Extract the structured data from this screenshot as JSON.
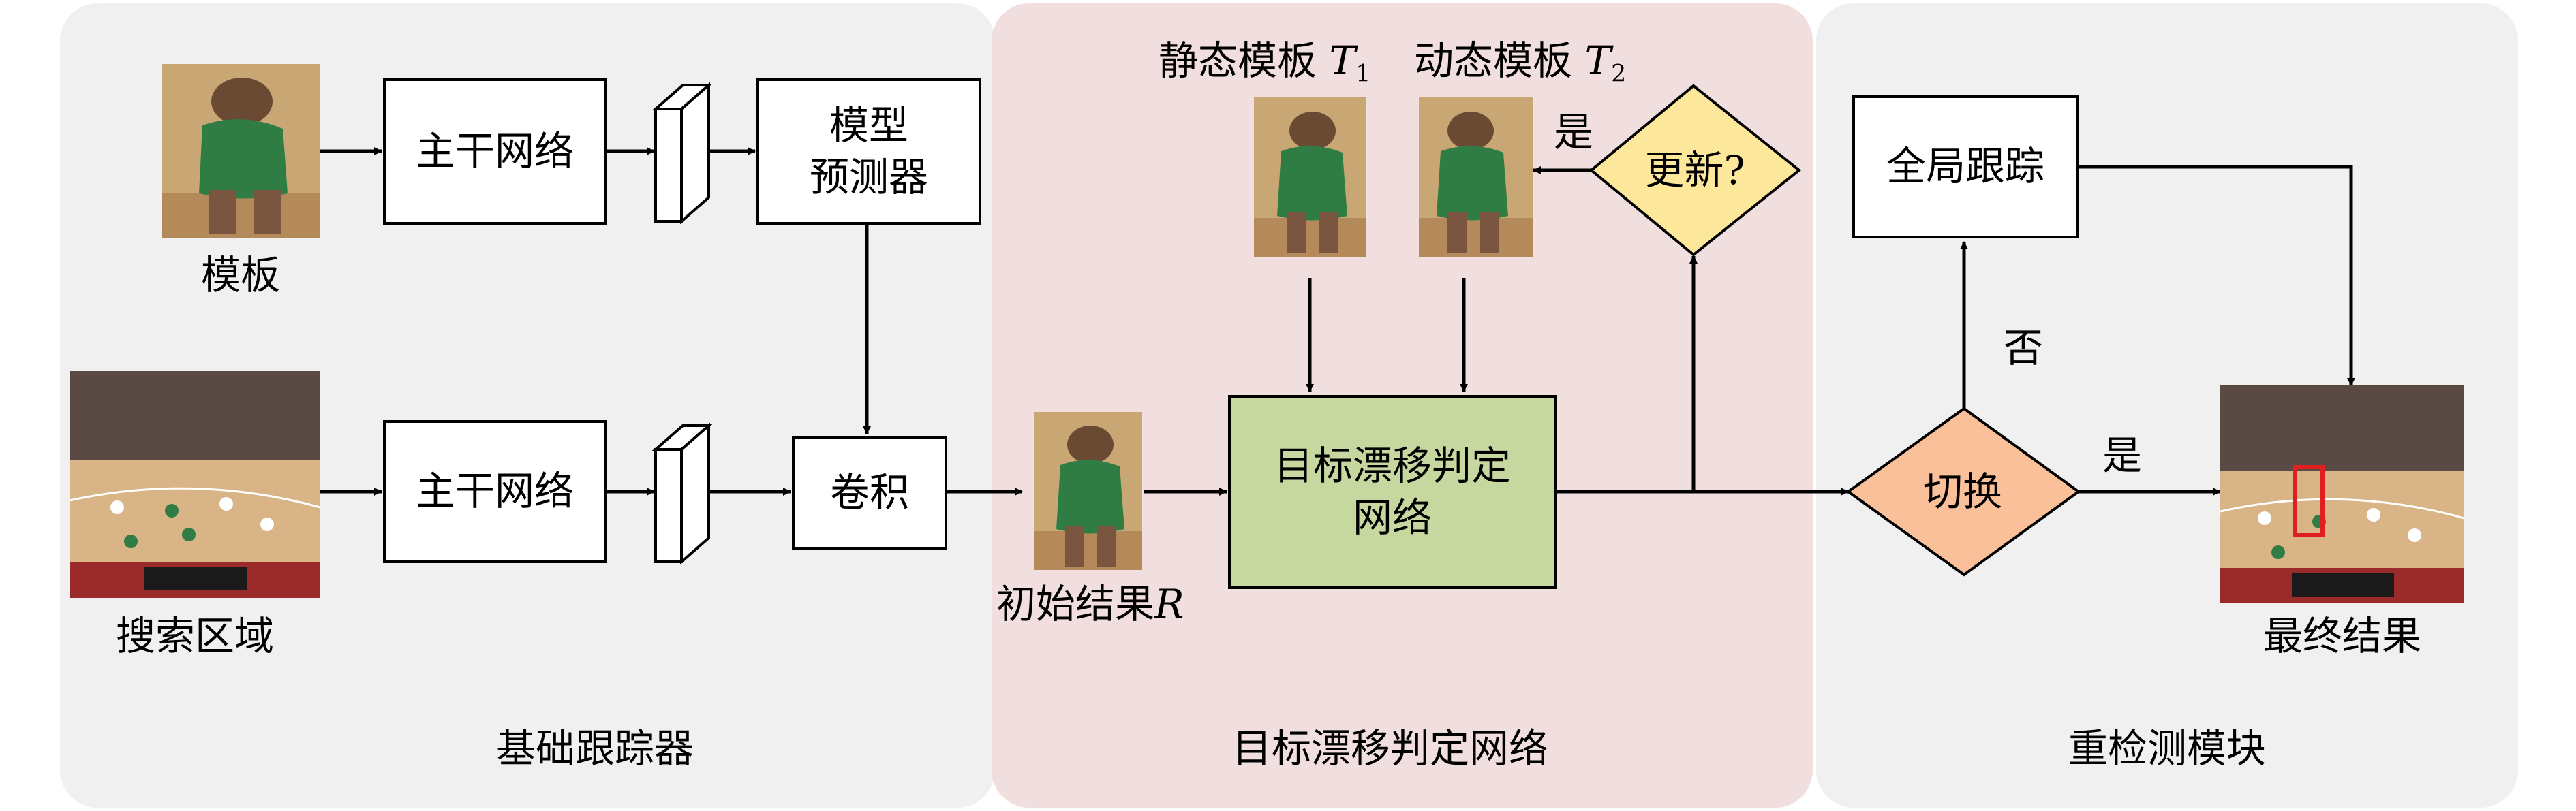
{
  "colors": {
    "panel_left": "#f0f0f0",
    "panel_mid": "#f1dede",
    "panel_right": "#f0f0f0",
    "box_green": "#c6d8a0",
    "diamond_yellow": "#fde79a",
    "diamond_orange": "#f9c09a",
    "bbox_red": "#e02020"
  },
  "sections": {
    "left": "基础跟踪器",
    "middle": "目标漂移判定网络",
    "right": "重检测模块"
  },
  "nodes": {
    "template_label": "模板",
    "search_label": "搜索区域",
    "backbone_top": "主干网络",
    "backbone_bottom": "主干网络",
    "model_predictor_line1": "模型",
    "model_predictor_line2": "预测器",
    "conv": "卷积",
    "initial_result": "初始结果",
    "initial_result_symbol": "R",
    "static_template": "静态模板",
    "static_symbol": "T",
    "static_sub": "1",
    "dynamic_template": "动态模板",
    "dynamic_symbol": "T",
    "dynamic_sub": "2",
    "drift_net_line1": "目标漂移判定",
    "drift_net_line2": "网络",
    "update_decision": "更新?",
    "update_yes": "是",
    "global_tracking": "全局跟踪",
    "switch_decision": "切换",
    "switch_no": "否",
    "switch_yes": "是",
    "final_result": "最终结果"
  },
  "icons": {
    "thumbnail": "player-thumbnail-image",
    "court": "basketball-court-image",
    "feature_map": "feature-map-icon"
  }
}
